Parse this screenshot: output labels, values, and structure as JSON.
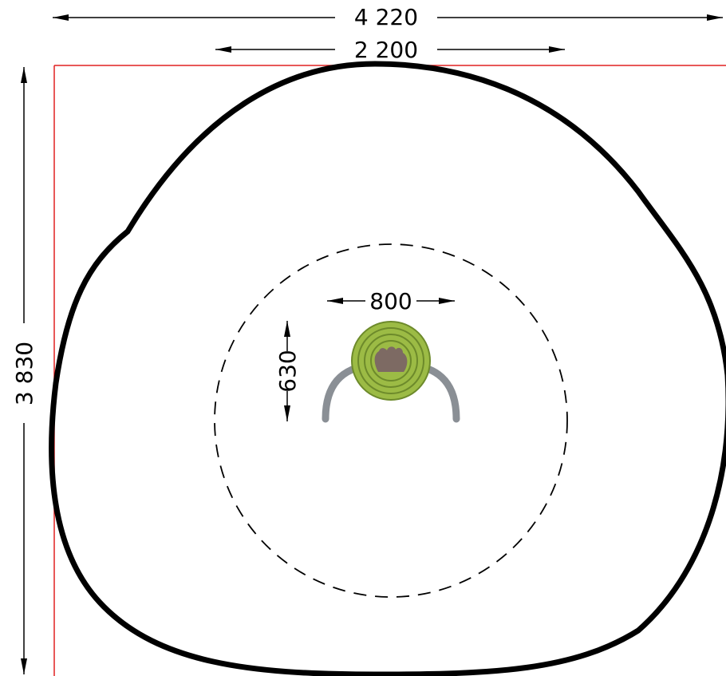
{
  "dimensions": {
    "overall_width": "4 220",
    "inner_width": "2 200",
    "overall_height": "3 830",
    "element_width": "800",
    "element_depth": "630"
  },
  "colors": {
    "outline": "#000000",
    "boundary": "#e02020",
    "dim_line": "#000000",
    "disc_fill": "#9cbb45",
    "disc_rings": "#6d8a2b",
    "grip": "#7d6a63",
    "rail": "#8a8f95"
  }
}
